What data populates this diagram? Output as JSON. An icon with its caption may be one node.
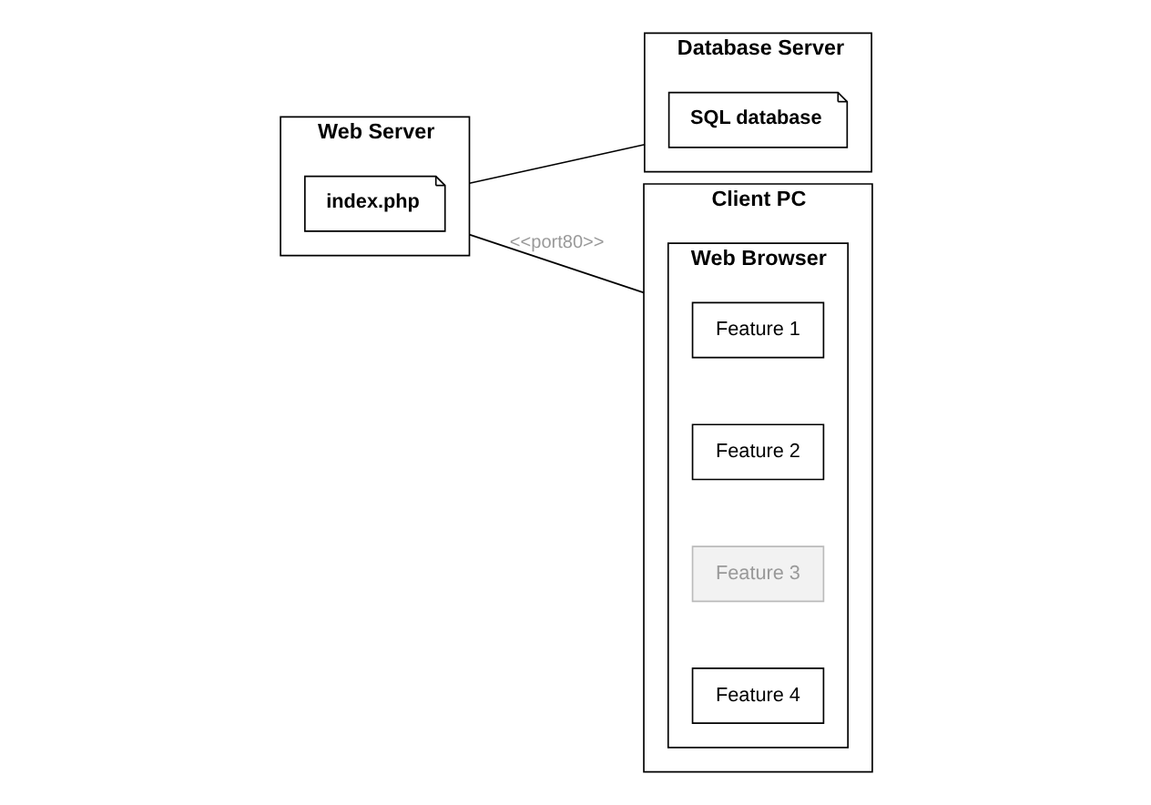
{
  "diagram": {
    "nodes": [
      {
        "text": [
          "Web Server"
        ]
      },
      {
        "text": [
          "index.php"
        ],
        "in": 0
      },
      {
        "text": [
          "Database Server"
        ]
      },
      {
        "text": [
          "SQL database"
        ],
        "in": 2
      },
      {
        "text": [
          "Client PC"
        ]
      },
      {
        "text": [
          "Web Browser"
        ],
        "in": 4
      },
      {
        "text": [
          "Feature 1"
        ],
        "in": 5
      },
      {
        "text": [
          "Feature 2"
        ],
        "in": 5
      },
      {
        "text": [
          "Feature 3"
        ],
        "in": 5
      },
      {
        "text": [
          "Feature 4"
        ],
        "in": 5
      }
    ],
    "edges": [
      {
        "from": 0,
        "to": 2,
        "arrow": "none"
      },
      {
        "from": 0,
        "to": 4,
        "arrow": "none",
        "label": "<<port80>>"
      }
    ]
  }
}
